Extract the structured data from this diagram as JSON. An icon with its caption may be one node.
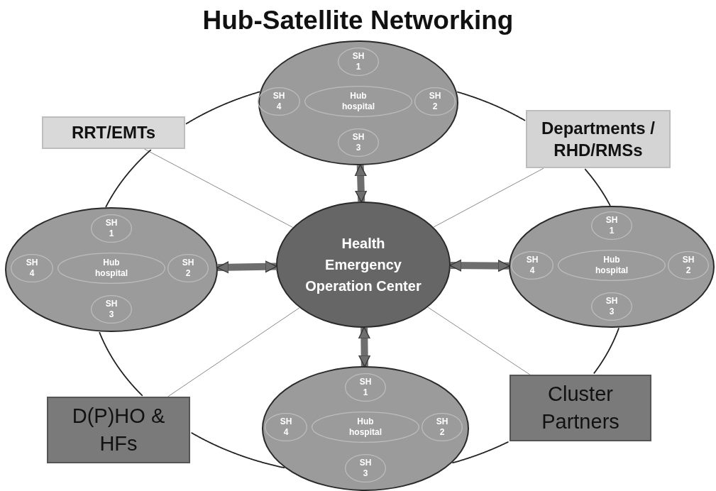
{
  "diagram": {
    "title": "Hub-Satellite Networking",
    "nodes": [
      {
        "text": [],
        "shape": "ellipse"
      },
      {
        "text": [
          "SH 1"
        ],
        "in": 0
      },
      {
        "text": [
          "SH 4"
        ],
        "in": 0
      },
      {
        "text": [
          "Hub hospital"
        ],
        "in": 0
      },
      {
        "text": [
          "SH 2"
        ],
        "in": 0
      },
      {
        "text": [
          "SH 3"
        ],
        "in": 0
      },
      {
        "text": [
          "RRT/EMTs"
        ]
      },
      {
        "text": [
          "Departments / RHD/RMSs"
        ]
      },
      {
        "text": [],
        "shape": "ellipse"
      },
      {
        "text": [
          "SH 1"
        ],
        "in": 8
      },
      {
        "text": [
          "SH 4"
        ],
        "in": 8
      },
      {
        "text": [
          "Hub hospital"
        ],
        "in": 8
      },
      {
        "text": [
          "SH 2"
        ],
        "in": 8
      },
      {
        "text": [
          "SH 3"
        ],
        "in": 8
      },
      {
        "text": [
          "Health Emergency Operation Center"
        ]
      },
      {
        "text": [],
        "shape": "ellipse"
      },
      {
        "text": [
          "SH 1"
        ],
        "in": 15
      },
      {
        "text": [
          "SH 4"
        ],
        "in": 15
      },
      {
        "text": [
          "Hub hospital"
        ],
        "in": 15
      },
      {
        "text": [
          "SH 2"
        ],
        "in": 15
      },
      {
        "text": [
          "SH 3"
        ],
        "in": 15
      },
      {
        "text": [],
        "shape": "ellipse"
      },
      {
        "text": [
          "SH 1"
        ],
        "in": 21
      },
      {
        "text": [
          "SH 4"
        ],
        "in": 21
      },
      {
        "text": [
          "Hub hospital"
        ],
        "in": 21
      },
      {
        "text": [
          "SH 2"
        ],
        "in": 21
      },
      {
        "text": [
          "SH 3"
        ],
        "in": 21
      },
      {
        "text": [
          "D(P)HO & HFs"
        ]
      },
      {
        "text": [
          "Cluster Partners"
        ]
      }
    ],
    "edges": [
      {
        "from": 14,
        "to": 0,
        "arrow": "both",
        "style": "thick"
      },
      {
        "from": 14,
        "to": 8,
        "arrow": "both",
        "style": "thick"
      },
      {
        "from": 14,
        "to": 15,
        "arrow": "both",
        "style": "thick"
      },
      {
        "from": 14,
        "to": 21,
        "arrow": "both",
        "style": "thick"
      },
      {
        "from": 6,
        "to": 14,
        "arrow": "none",
        "color": "#8a8a8a"
      },
      {
        "from": 7,
        "to": 14,
        "arrow": "none",
        "color": "#8a8a8a"
      },
      {
        "from": 27,
        "to": 14,
        "arrow": "none",
        "color": "#8a8a8a"
      },
      {
        "from": 28,
        "to": 14,
        "arrow": "none",
        "color": "#8a8a8a"
      },
      {
        "from": 0,
        "to": 7,
        "arrow": "none"
      },
      {
        "from": 7,
        "to": 15,
        "arrow": "none"
      },
      {
        "from": 15,
        "to": 28,
        "arrow": "none"
      },
      {
        "from": 28,
        "to": 21,
        "arrow": "none"
      },
      {
        "from": 21,
        "to": 27,
        "arrow": "none"
      },
      {
        "from": 27,
        "to": 8,
        "arrow": "none"
      },
      {
        "from": 8,
        "to": 6,
        "arrow": "none"
      },
      {
        "from": 6,
        "to": 0,
        "arrow": "none"
      }
    ]
  }
}
